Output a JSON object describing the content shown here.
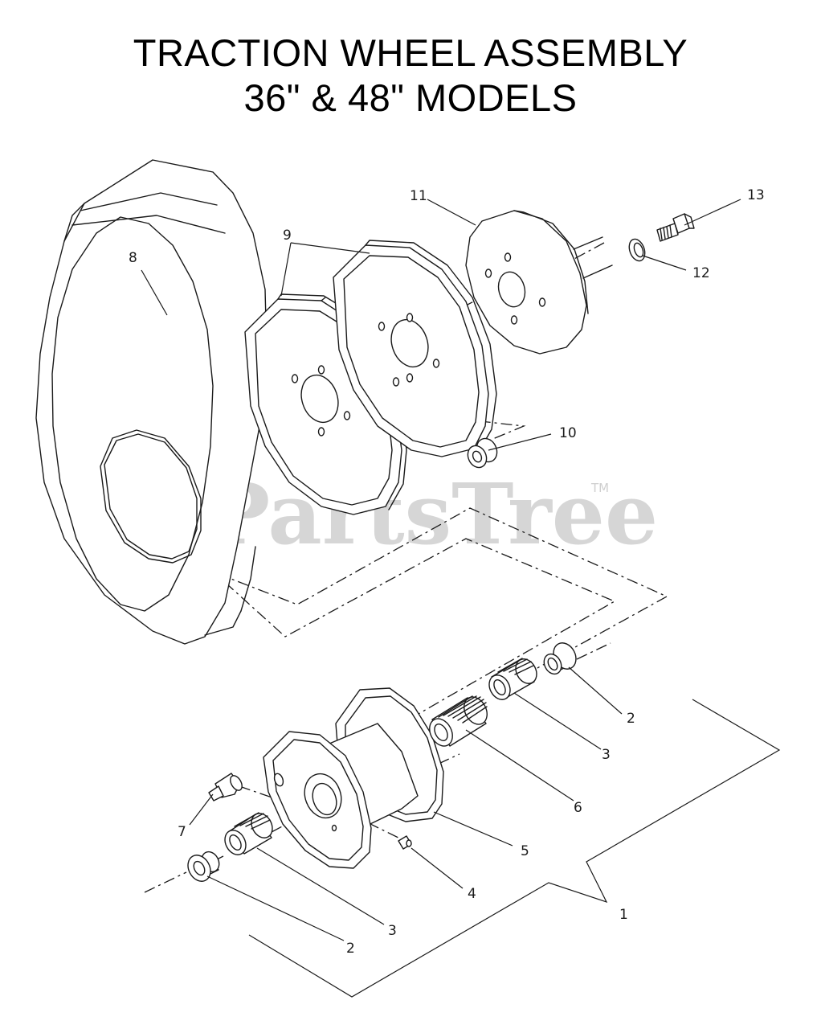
{
  "title": {
    "line1": "TRACTION WHEEL ASSEMBLY",
    "line2": "36\" & 48\" MODELS"
  },
  "watermark": {
    "text": "PartsTree",
    "trademark": "TM"
  },
  "callouts": {
    "c1": "1",
    "c2a": "2",
    "c2b": "2",
    "c3a": "3",
    "c3b": "3",
    "c4": "4",
    "c5": "5",
    "c6": "6",
    "c7": "7",
    "c8": "8",
    "c9": "9",
    "c10": "10",
    "c11": "11",
    "c12": "12",
    "c13": "13"
  }
}
